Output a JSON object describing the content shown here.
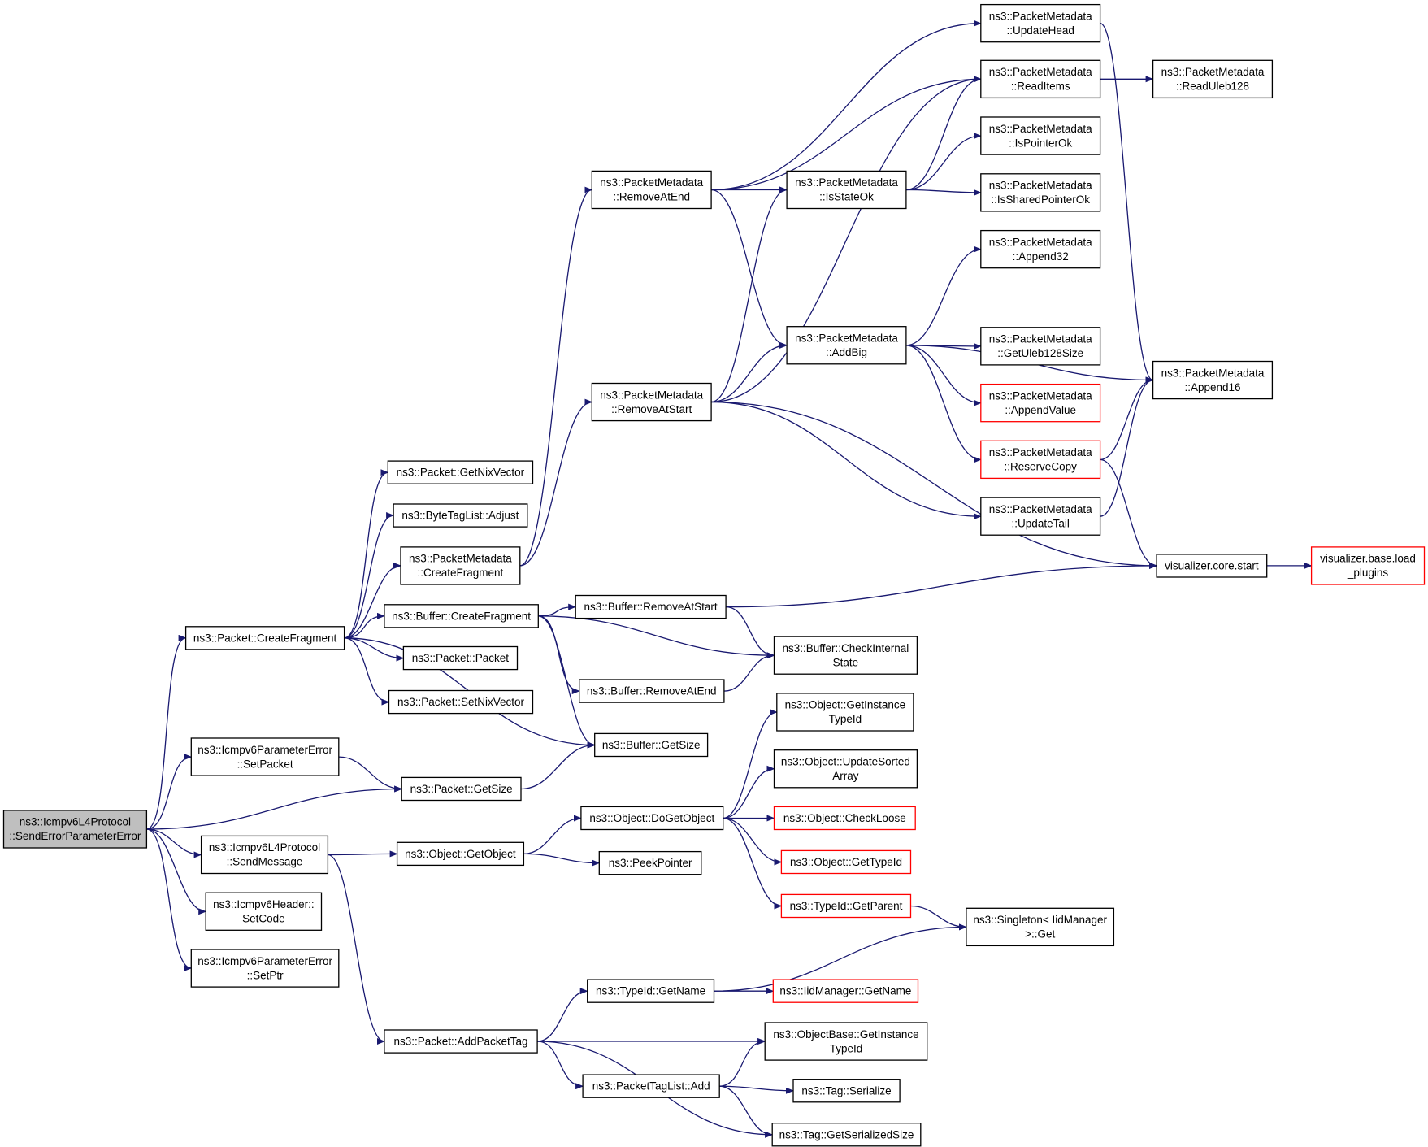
{
  "colors": {
    "edge": "#191970",
    "root_fill": "#bfbfbf",
    "truncated_border": "#ff0000",
    "node_border": "#000000"
  },
  "nodes": [
    {
      "id": "root",
      "lines": [
        "ns3::Icmpv6L4Protocol",
        "::SendErrorParameterError"
      ],
      "style": "root"
    },
    {
      "id": "pkt_createfrag",
      "lines": [
        "ns3::Packet::CreateFragment"
      ]
    },
    {
      "id": "icmp_setpacket",
      "lines": [
        "ns3::Icmpv6ParameterError",
        "::SetPacket"
      ]
    },
    {
      "id": "icmp_sendmsg",
      "lines": [
        "ns3::Icmpv6L4Protocol",
        "::SendMessage"
      ]
    },
    {
      "id": "hdr_setcode",
      "lines": [
        "ns3::Icmpv6Header::",
        "SetCode"
      ]
    },
    {
      "id": "icmp_setptr",
      "lines": [
        "ns3::Icmpv6ParameterError",
        "::SetPtr"
      ]
    },
    {
      "id": "pkt_getnix",
      "lines": [
        "ns3::Packet::GetNixVector"
      ]
    },
    {
      "id": "btl_adjust",
      "lines": [
        "ns3::ByteTagList::Adjust"
      ]
    },
    {
      "id": "pm_createfrag",
      "lines": [
        "ns3::PacketMetadata",
        "::CreateFragment"
      ]
    },
    {
      "id": "buf_createfrag",
      "lines": [
        "ns3::Buffer::CreateFragment"
      ]
    },
    {
      "id": "pkt_packet",
      "lines": [
        "ns3::Packet::Packet"
      ]
    },
    {
      "id": "pkt_setnix",
      "lines": [
        "ns3::Packet::SetNixVector"
      ]
    },
    {
      "id": "pkt_getsize",
      "lines": [
        "ns3::Packet::GetSize"
      ]
    },
    {
      "id": "obj_getobject",
      "lines": [
        "ns3::Object::GetObject"
      ]
    },
    {
      "id": "pkt_addtag",
      "lines": [
        "ns3::Packet::AddPacketTag"
      ]
    },
    {
      "id": "pm_removeatend",
      "lines": [
        "ns3::PacketMetadata",
        "::RemoveAtEnd"
      ]
    },
    {
      "id": "pm_removeatstart",
      "lines": [
        "ns3::PacketMetadata",
        "::RemoveAtStart"
      ]
    },
    {
      "id": "buf_removeatstart",
      "lines": [
        "ns3::Buffer::RemoveAtStart"
      ]
    },
    {
      "id": "buf_removeatend",
      "lines": [
        "ns3::Buffer::RemoveAtEnd"
      ]
    },
    {
      "id": "buf_getsize",
      "lines": [
        "ns3::Buffer::GetSize"
      ]
    },
    {
      "id": "obj_dogetobject",
      "lines": [
        "ns3::Object::DoGetObject"
      ]
    },
    {
      "id": "peekpointer",
      "lines": [
        "ns3::PeekPointer"
      ]
    },
    {
      "id": "typeid_getname",
      "lines": [
        "ns3::TypeId::GetName"
      ]
    },
    {
      "id": "ptl_add",
      "lines": [
        "ns3::PacketTagList::Add"
      ]
    },
    {
      "id": "pm_isstateok",
      "lines": [
        "ns3::PacketMetadata",
        "::IsStateOk"
      ]
    },
    {
      "id": "pm_addbig",
      "lines": [
        "ns3::PacketMetadata",
        "::AddBig"
      ]
    },
    {
      "id": "buf_checkinternal",
      "lines": [
        "ns3::Buffer::CheckInternal",
        "State"
      ]
    },
    {
      "id": "obj_getinsttype",
      "lines": [
        "ns3::Object::GetInstance",
        "TypeId"
      ]
    },
    {
      "id": "obj_updatesorted",
      "lines": [
        "ns3::Object::UpdateSorted",
        "Array"
      ]
    },
    {
      "id": "obj_checkloose",
      "lines": [
        "ns3::Object::CheckLoose"
      ],
      "style": "red"
    },
    {
      "id": "obj_gettypeid",
      "lines": [
        "ns3::Object::GetTypeId"
      ],
      "style": "red"
    },
    {
      "id": "typeid_getparent",
      "lines": [
        "ns3::TypeId::GetParent"
      ],
      "style": "red"
    },
    {
      "id": "iidmgr_getname",
      "lines": [
        "ns3::IidManager::GetName"
      ],
      "style": "red"
    },
    {
      "id": "objbase_getinst",
      "lines": [
        "ns3::ObjectBase::GetInstance",
        "TypeId"
      ]
    },
    {
      "id": "tag_serialize",
      "lines": [
        "ns3::Tag::Serialize"
      ]
    },
    {
      "id": "tag_getsersize",
      "lines": [
        "ns3::Tag::GetSerializedSize"
      ]
    },
    {
      "id": "pm_updatehead",
      "lines": [
        "ns3::PacketMetadata",
        "::UpdateHead"
      ]
    },
    {
      "id": "pm_readitems",
      "lines": [
        "ns3::PacketMetadata",
        "::ReadItems"
      ]
    },
    {
      "id": "pm_ispointerok",
      "lines": [
        "ns3::PacketMetadata",
        "::IsPointerOk"
      ]
    },
    {
      "id": "pm_issharedok",
      "lines": [
        "ns3::PacketMetadata",
        "::IsSharedPointerOk"
      ]
    },
    {
      "id": "pm_append32",
      "lines": [
        "ns3::PacketMetadata",
        "::Append32"
      ]
    },
    {
      "id": "pm_getuleb",
      "lines": [
        "ns3::PacketMetadata",
        "::GetUleb128Size"
      ]
    },
    {
      "id": "pm_appendvalue",
      "lines": [
        "ns3::PacketMetadata",
        "::AppendValue"
      ],
      "style": "red"
    },
    {
      "id": "pm_reservecopy",
      "lines": [
        "ns3::PacketMetadata",
        "::ReserveCopy"
      ],
      "style": "red"
    },
    {
      "id": "pm_updatetail",
      "lines": [
        "ns3::PacketMetadata",
        "::UpdateTail"
      ]
    },
    {
      "id": "singleton_get",
      "lines": [
        "ns3::Singleton< IidManager",
        ">::Get"
      ]
    },
    {
      "id": "pm_readuleb",
      "lines": [
        "ns3::PacketMetadata",
        "::ReadUleb128"
      ]
    },
    {
      "id": "pm_append16",
      "lines": [
        "ns3::PacketMetadata",
        "::Append16"
      ]
    },
    {
      "id": "vis_core_start",
      "lines": [
        "visualizer.core.start"
      ]
    },
    {
      "id": "vis_base_load",
      "lines": [
        "visualizer.base.load",
        "_plugins"
      ],
      "style": "red"
    }
  ],
  "edges": [
    [
      "root",
      "pkt_createfrag"
    ],
    [
      "root",
      "icmp_setpacket"
    ],
    [
      "root",
      "pkt_getsize"
    ],
    [
      "root",
      "icmp_sendmsg"
    ],
    [
      "root",
      "hdr_setcode"
    ],
    [
      "root",
      "icmp_setptr"
    ],
    [
      "pkt_createfrag",
      "pkt_getnix"
    ],
    [
      "pkt_createfrag",
      "btl_adjust"
    ],
    [
      "pkt_createfrag",
      "pm_createfrag"
    ],
    [
      "pkt_createfrag",
      "buf_createfrag"
    ],
    [
      "pkt_createfrag",
      "pkt_packet"
    ],
    [
      "pkt_createfrag",
      "pkt_setnix"
    ],
    [
      "pkt_createfrag",
      "buf_getsize"
    ],
    [
      "icmp_setpacket",
      "pkt_getsize"
    ],
    [
      "pkt_getsize",
      "buf_getsize"
    ],
    [
      "icmp_sendmsg",
      "obj_getobject"
    ],
    [
      "icmp_sendmsg",
      "pkt_addtag"
    ],
    [
      "pm_createfrag",
      "pm_removeatend"
    ],
    [
      "pm_createfrag",
      "pm_removeatstart"
    ],
    [
      "buf_createfrag",
      "buf_removeatstart"
    ],
    [
      "buf_createfrag",
      "buf_checkinternal"
    ],
    [
      "buf_createfrag",
      "buf_removeatend"
    ],
    [
      "buf_createfrag",
      "buf_getsize"
    ],
    [
      "buf_removeatstart",
      "buf_checkinternal"
    ],
    [
      "buf_removeatstart",
      "vis_core_start"
    ],
    [
      "buf_removeatend",
      "buf_checkinternal"
    ],
    [
      "pm_removeatend",
      "pm_updatehead"
    ],
    [
      "pm_removeatend",
      "pm_readitems"
    ],
    [
      "pm_removeatend",
      "pm_isstateok"
    ],
    [
      "pm_removeatend",
      "pm_addbig"
    ],
    [
      "pm_removeatstart",
      "pm_readitems"
    ],
    [
      "pm_removeatstart",
      "pm_isstateok"
    ],
    [
      "pm_removeatstart",
      "pm_addbig"
    ],
    [
      "pm_removeatstart",
      "pm_updatetail"
    ],
    [
      "pm_removeatstart",
      "vis_core_start"
    ],
    [
      "pm_isstateok",
      "pm_readitems"
    ],
    [
      "pm_isstateok",
      "pm_ispointerok"
    ],
    [
      "pm_isstateok",
      "pm_issharedok"
    ],
    [
      "pm_addbig",
      "pm_append32"
    ],
    [
      "pm_addbig",
      "pm_append16"
    ],
    [
      "pm_addbig",
      "pm_getuleb"
    ],
    [
      "pm_addbig",
      "pm_appendvalue"
    ],
    [
      "pm_addbig",
      "pm_reservecopy"
    ],
    [
      "pm_updatehead",
      "pm_append16"
    ],
    [
      "pm_readitems",
      "pm_readuleb"
    ],
    [
      "pm_reservecopy",
      "pm_append16"
    ],
    [
      "pm_reservecopy",
      "vis_core_start"
    ],
    [
      "pm_updatetail",
      "pm_append16"
    ],
    [
      "vis_core_start",
      "vis_base_load"
    ],
    [
      "obj_getobject",
      "obj_dogetobject"
    ],
    [
      "obj_getobject",
      "peekpointer"
    ],
    [
      "obj_dogetobject",
      "obj_getinsttype"
    ],
    [
      "obj_dogetobject",
      "obj_updatesorted"
    ],
    [
      "obj_dogetobject",
      "obj_checkloose"
    ],
    [
      "obj_dogetobject",
      "obj_gettypeid"
    ],
    [
      "obj_dogetobject",
      "typeid_getparent"
    ],
    [
      "typeid_getparent",
      "singleton_get"
    ],
    [
      "pkt_addtag",
      "typeid_getname"
    ],
    [
      "pkt_addtag",
      "objbase_getinst"
    ],
    [
      "pkt_addtag",
      "ptl_add"
    ],
    [
      "pkt_addtag",
      "tag_getsersize"
    ],
    [
      "typeid_getname",
      "singleton_get"
    ],
    [
      "typeid_getname",
      "iidmgr_getname"
    ],
    [
      "ptl_add",
      "objbase_getinst"
    ],
    [
      "ptl_add",
      "tag_serialize"
    ],
    [
      "ptl_add",
      "tag_getsersize"
    ]
  ]
}
